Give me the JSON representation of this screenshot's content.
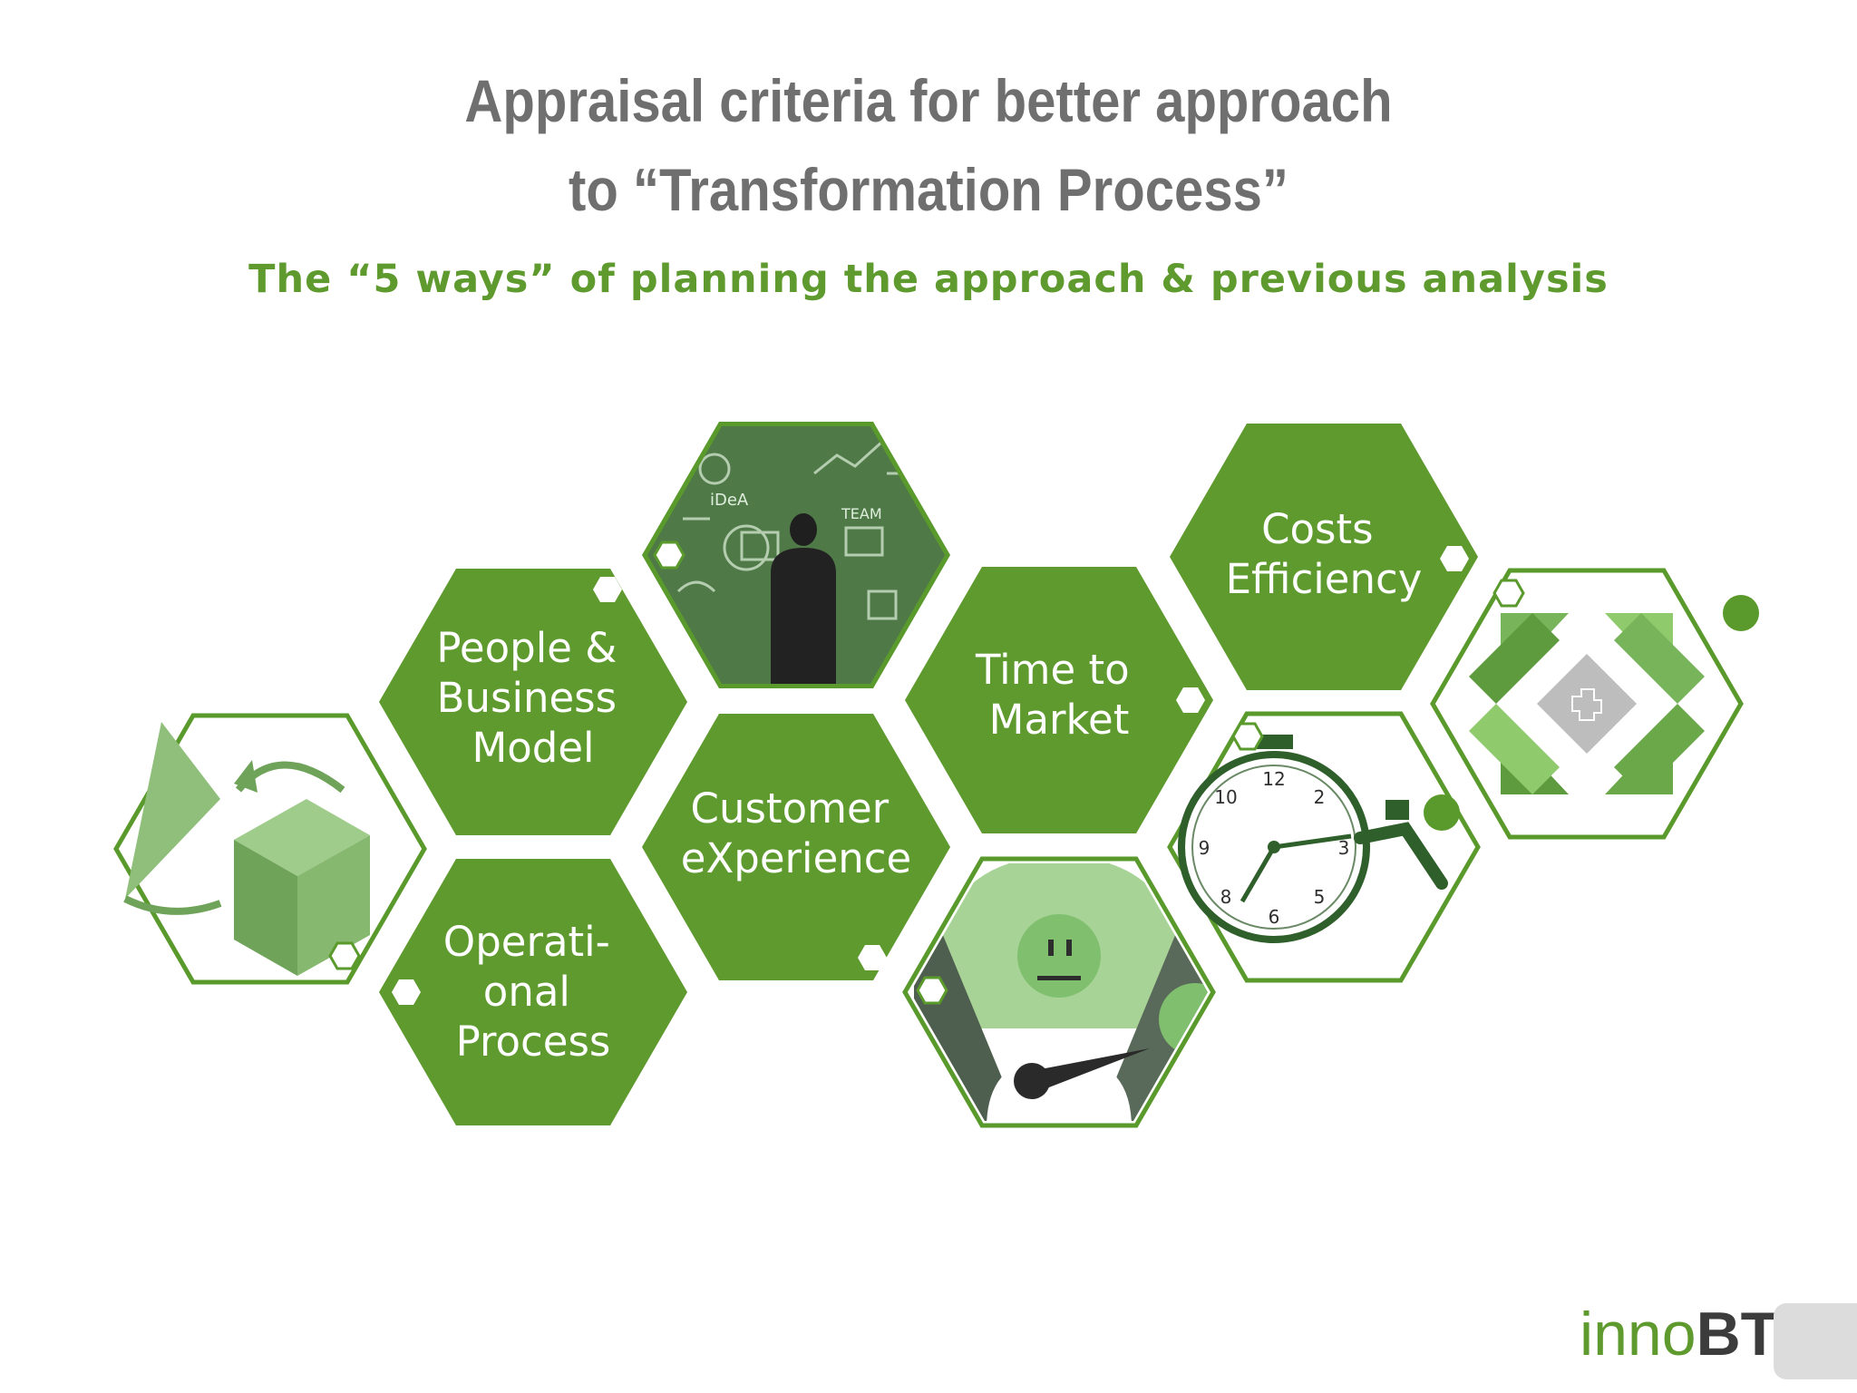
{
  "slide": {
    "title_line1": "Appraisal criteria for better approach",
    "title_line2": "to “Transformation Process”",
    "subtitle": "The “5 ways” of planning the approach & previous analysis"
  },
  "criteria": [
    {
      "lines": [
        "People &",
        "Business",
        "Model"
      ]
    },
    {
      "lines": [
        "Operati-",
        "onal",
        "Process"
      ]
    },
    {
      "lines": [
        "Customer",
        "eXperience"
      ]
    },
    {
      "lines": [
        "Time to",
        "Market"
      ]
    },
    {
      "lines": [
        "Costs",
        "Efficiency"
      ]
    }
  ],
  "icons": [
    "cone-cube-transformation-icon",
    "chalkboard-businessman-icon",
    "face-speedometer-icon",
    "stopwatch-icon",
    "puzzle-hands-icon"
  ],
  "colors": {
    "hex_green": "#5e9a2e",
    "hex_border": "#5a9a2c",
    "title_gray": "#6f6f6f",
    "subtitle_green": "#5e9a2e"
  },
  "logo": {
    "inno": "inno",
    "bt": "BT"
  }
}
